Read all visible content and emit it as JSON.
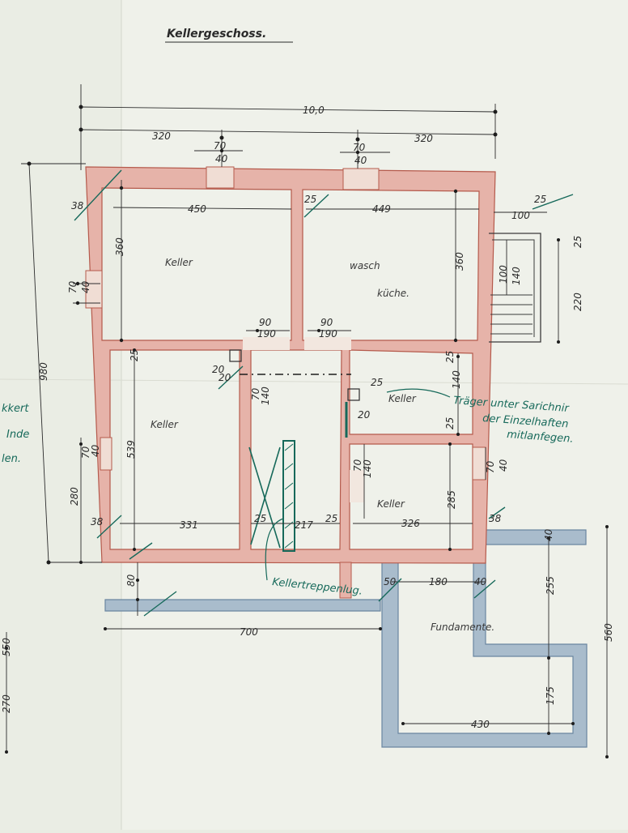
{
  "title": "Kellergeschoss.",
  "rooms": {
    "keller_nw": "Keller",
    "waschkueche_1": "wasch",
    "waschkueche_2": "küche.",
    "keller_w": "Keller",
    "keller_ne_small": "Keller",
    "keller_se": "Keller",
    "fundamente": "Fundamente."
  },
  "dimensions": {
    "total_width": "10,0",
    "left_span": "320",
    "right_span": "320",
    "win_top_left_a": "70",
    "win_top_left_b": "40",
    "win_top_right_a": "70",
    "win_top_right_b": "40",
    "room_nw_width": "450",
    "room_ne_width": "449",
    "room_nw_height": "360",
    "room_ne_height": "360",
    "wall_38_top": "38",
    "wall_25_top": "25",
    "wall_25_ne": "25",
    "stoop_100": "100",
    "stoop_25": "25",
    "stoop_220": "220",
    "stoop_100b": "100",
    "stoop_140": "140",
    "win_left_70": "70",
    "win_left_40": "40",
    "door_90_a": "90",
    "door_190_a": "190",
    "door_90_b": "90",
    "door_190_b": "190",
    "total_height": "980",
    "mid_25": "25",
    "door_20a": "20",
    "door_20b": "20",
    "stair_70": "70",
    "stair_140": "140",
    "stair_25": "25",
    "stair_20": "20",
    "keller_ne_25": "25",
    "keller_ne_25b": "25",
    "keller_ne_h": "140",
    "keller_w_h": "539",
    "keller_w_70": "70",
    "keller_w_40": "40",
    "keller_w_280": "280",
    "keller_w_width": "331",
    "mid_width": "217",
    "wall_25_l": "25",
    "wall_25_r": "25",
    "wall_38_bl": "38",
    "wall_38_br": "38",
    "keller_se_width": "326",
    "keller_se_h": "285",
    "door_se_70": "70",
    "door_se_140": "140",
    "win_se_70": "70",
    "win_se_40": "40",
    "fund_40": "40",
    "fund_40b": "40",
    "fund_80": "80",
    "fund_50": "50",
    "fund_180": "180",
    "fund_255": "255",
    "fund_560": "560",
    "fund_700": "700",
    "fund_175": "175",
    "fund_430": "430",
    "left_550": "550",
    "left_270": "270"
  },
  "notes": {
    "traeger_1": "Träger unter Sarichnir",
    "traeger_2": "der Einzelhaften",
    "traeger_3": "mitlanfegen.",
    "kellertreppe": "Kellertreppenlug.",
    "left_1": "kkert",
    "left_2": "Inde",
    "left_3": "len."
  },
  "colors": {
    "wall_fill": "#e6b3a9",
    "wall_stroke": "#b55a4c",
    "foundation_fill": "#a9bccc",
    "foundation_stroke": "#6a86a0",
    "ink": "#2c2c2c",
    "annotation": "#16695a"
  }
}
